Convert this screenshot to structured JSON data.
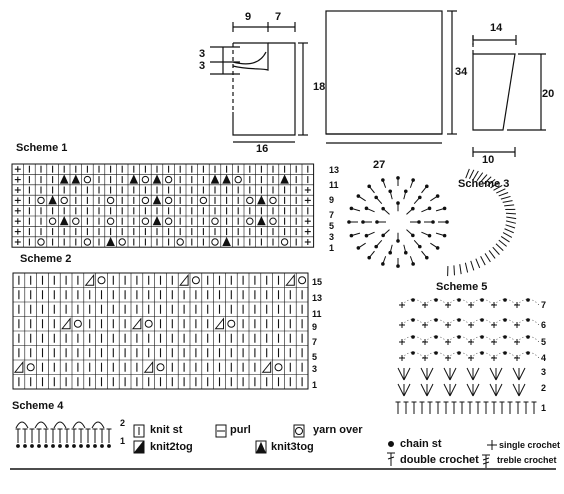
{
  "schemes": {
    "s1": {
      "title": "Scheme 1",
      "rows": [
        "13",
        "11",
        "9",
        "7",
        "5",
        "3",
        "1"
      ]
    },
    "s2": {
      "title": "Scheme 2",
      "rows": [
        "15",
        "13",
        "11",
        "9",
        "7",
        "5",
        "3",
        "1"
      ]
    },
    "s3": {
      "title": "Scheme 3"
    },
    "s4": {
      "title": "Scheme 4",
      "rows": [
        "2",
        "1"
      ]
    },
    "s5": {
      "title": "Scheme 5",
      "rows": [
        "7",
        "6",
        "5",
        "4",
        "3",
        "2",
        "1"
      ]
    }
  },
  "dimensions": {
    "front": {
      "top_a": "9",
      "top_b": "7",
      "left_a": "3",
      "left_b": "3",
      "height": "18",
      "bottom": "16"
    },
    "back": {
      "height": "34",
      "bottom": "27"
    },
    "sleeve": {
      "top": "14",
      "height": "20",
      "bottom": "10"
    }
  },
  "legend": {
    "knit": "knit st",
    "purl": "purl",
    "yarn_over": "yarn over",
    "knit2tog": "knit2tog",
    "knit3tog": "knit3tog",
    "chain": "chain st",
    "single_crochet": "single crochet",
    "double_crochet": "double crochet",
    "treble_crochet": "treble crochet"
  }
}
